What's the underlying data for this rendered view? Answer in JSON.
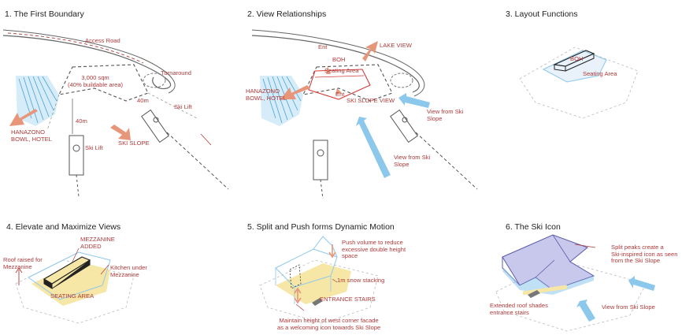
{
  "panels": [
    {
      "title": "1. The First Boundary",
      "labels": {
        "access_road": "Access Road",
        "turnaround": "Turnaround",
        "area": "3,000 sqm\n(40% buildable area)",
        "d40_right": "40m",
        "ski_lift_right": "Ski Lift",
        "d40_left": "40m",
        "hanazono": "HANAZONO\nBOWL, HOTEL",
        "ski_slope": "SKI SLOPE",
        "ski_lift_left": "Ski Lift"
      }
    },
    {
      "title": "2. View Relationships",
      "labels": {
        "ent_top": "Ent",
        "boh": "BOH",
        "seating": "Seating Area",
        "lake_view": "LAKE VIEW",
        "hanazono": "HANAZONO\nBOWL, HOTEL",
        "ent_bottom": "Ent",
        "ski_slope_view": "SKI SLOPE VIEW",
        "view_from_slope_right": "View from Ski\nSlope",
        "view_from_slope_bottom": "View from Ski\nSlope"
      }
    },
    {
      "title": "3. Layout Functions",
      "labels": {
        "boh": "BOH",
        "seating": "Seating Area"
      }
    },
    {
      "title": "4.  Elevate and Maximize Views",
      "labels": {
        "mezzanine": "MEZZANINE\nADDED",
        "roof_raised": "Roof raised for\nMezzanine",
        "kitchen": "Kitchen under\nMezzanine",
        "seating": "SEATING AREA"
      }
    },
    {
      "title": "5. Split and Push forms Dynamic Motion",
      "labels": {
        "push_volume": "Push volume to reduce\nexcessive double height\nspace",
        "snow": "1m snow stacking",
        "stairs": "ENTRANCE STAIRS",
        "maintain": "Maintain height of west corner facade\nas a welcoming icon towards Ski Slope"
      }
    },
    {
      "title": "6. The Ski Icon",
      "labels": {
        "split_peaks": "Split peaks create a\nSki-inspired icon as seen\nfrom the Ski Slope",
        "extended_roof": "Extended roof shades\nentrance stairs",
        "view_from_slope": "View from Ski Slope"
      }
    }
  ],
  "colors": {
    "label_red": "#b03a3a",
    "arrow_salmon": "#e8967a",
    "view_blue": "#8cc8ec",
    "water_blue": "#4aa3d6",
    "massing_purple": "#c8c8ec",
    "ground_yellow": "#f6e7a6",
    "line_gray": "#555555"
  }
}
